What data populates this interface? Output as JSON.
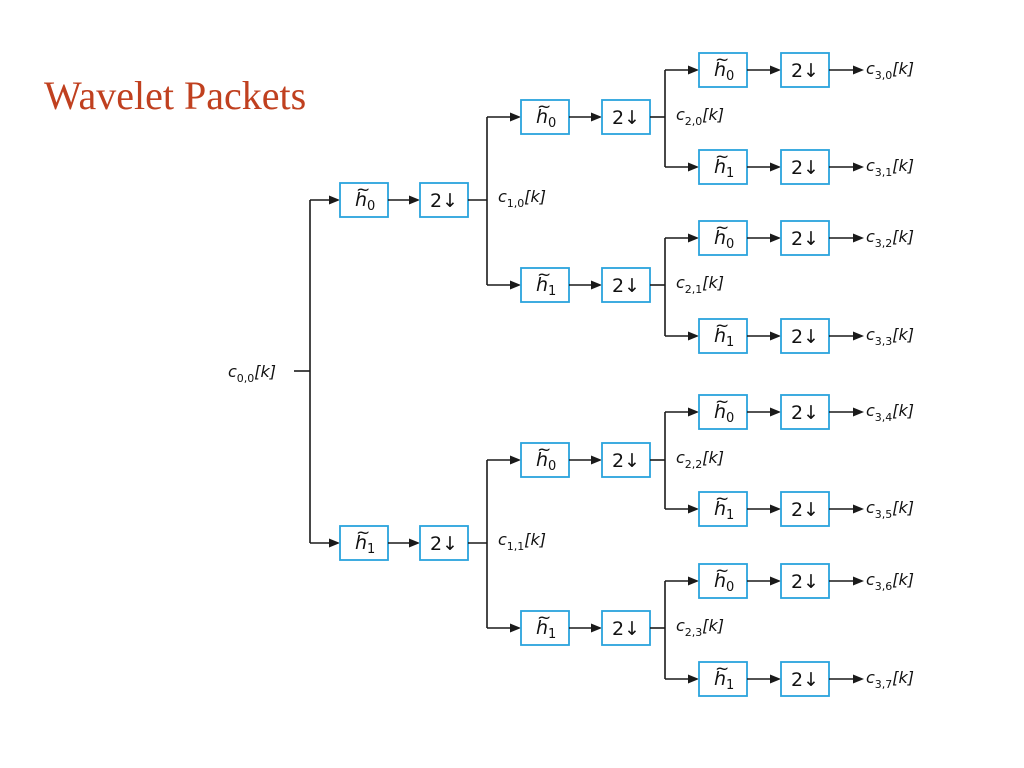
{
  "title": "Wavelet Packets",
  "filters": {
    "h0": "h",
    "h0_sub": "0",
    "h1": "h",
    "h1_sub": "1",
    "tilde": "~"
  },
  "downsample": {
    "label": "2↓"
  },
  "root": {
    "c": "c",
    "sub": "0,0",
    "rest": "[k]"
  },
  "level1": [
    {
      "c": "c",
      "sub": "1,0",
      "rest": "[k]"
    },
    {
      "c": "c",
      "sub": "1,1",
      "rest": "[k]"
    }
  ],
  "level2": [
    {
      "c": "c",
      "sub": "2,0",
      "rest": "[k]"
    },
    {
      "c": "c",
      "sub": "2,1",
      "rest": "[k]"
    },
    {
      "c": "c",
      "sub": "2,2",
      "rest": "[k]"
    },
    {
      "c": "c",
      "sub": "2,3",
      "rest": "[k]"
    }
  ],
  "outputs": [
    {
      "c": "c",
      "sub": "3,0",
      "rest": "[k]"
    },
    {
      "c": "c",
      "sub": "3,1",
      "rest": "[k]"
    },
    {
      "c": "c",
      "sub": "3,2",
      "rest": "[k]"
    },
    {
      "c": "c",
      "sub": "3,3",
      "rest": "[k]"
    },
    {
      "c": "c",
      "sub": "3,4",
      "rest": "[k]"
    },
    {
      "c": "c",
      "sub": "3,5",
      "rest": "[k]"
    },
    {
      "c": "c",
      "sub": "3,6",
      "rest": "[k]"
    },
    {
      "c": "c",
      "sub": "3,7",
      "rest": "[k]"
    }
  ],
  "colors": {
    "title": "#c0401f",
    "box_border": "#2aa3dc",
    "line": "#1a1a1a"
  }
}
